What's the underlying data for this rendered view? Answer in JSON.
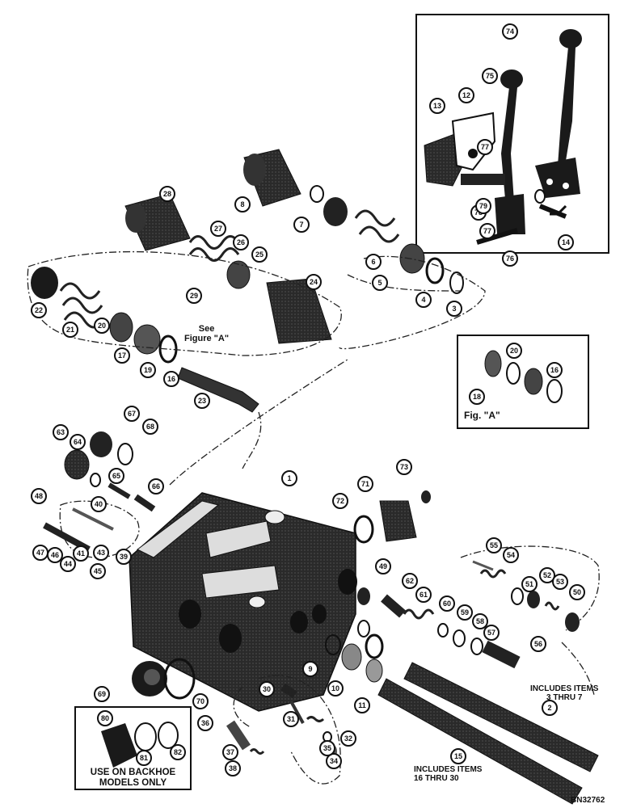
{
  "diagram": {
    "drawing_number": "BN32762",
    "see_figure_note": "See\nFigure \"A\"",
    "figure_a_title": "Fig. \"A\"",
    "backhoe_note": "USE ON BACKHOE\nMODELS ONLY",
    "includes_3_7": "INCLUDES ITEMS\n3 THRU 7",
    "includes_16_30": "INCLUDES ITEMS\n16 THRU 30",
    "callouts": [
      "1",
      "2",
      "3",
      "4",
      "5",
      "6",
      "7",
      "8",
      "9",
      "10",
      "11",
      "12",
      "13",
      "14",
      "15",
      "16",
      "16",
      "17",
      "18",
      "19",
      "20",
      "20",
      "21",
      "22",
      "23",
      "24",
      "25",
      "26",
      "27",
      "28",
      "29",
      "30",
      "31",
      "32",
      "34",
      "35",
      "36",
      "37",
      "38",
      "39",
      "40",
      "41",
      "43",
      "44",
      "45",
      "46",
      "47",
      "48",
      "49",
      "50",
      "51",
      "52",
      "53",
      "54",
      "55",
      "56",
      "57",
      "58",
      "59",
      "60",
      "61",
      "62",
      "63",
      "64",
      "65",
      "66",
      "67",
      "68",
      "69",
      "70",
      "71",
      "72",
      "73",
      "74",
      "75",
      "76",
      "77",
      "77",
      "78",
      "79",
      "80",
      "81",
      "82"
    ]
  }
}
